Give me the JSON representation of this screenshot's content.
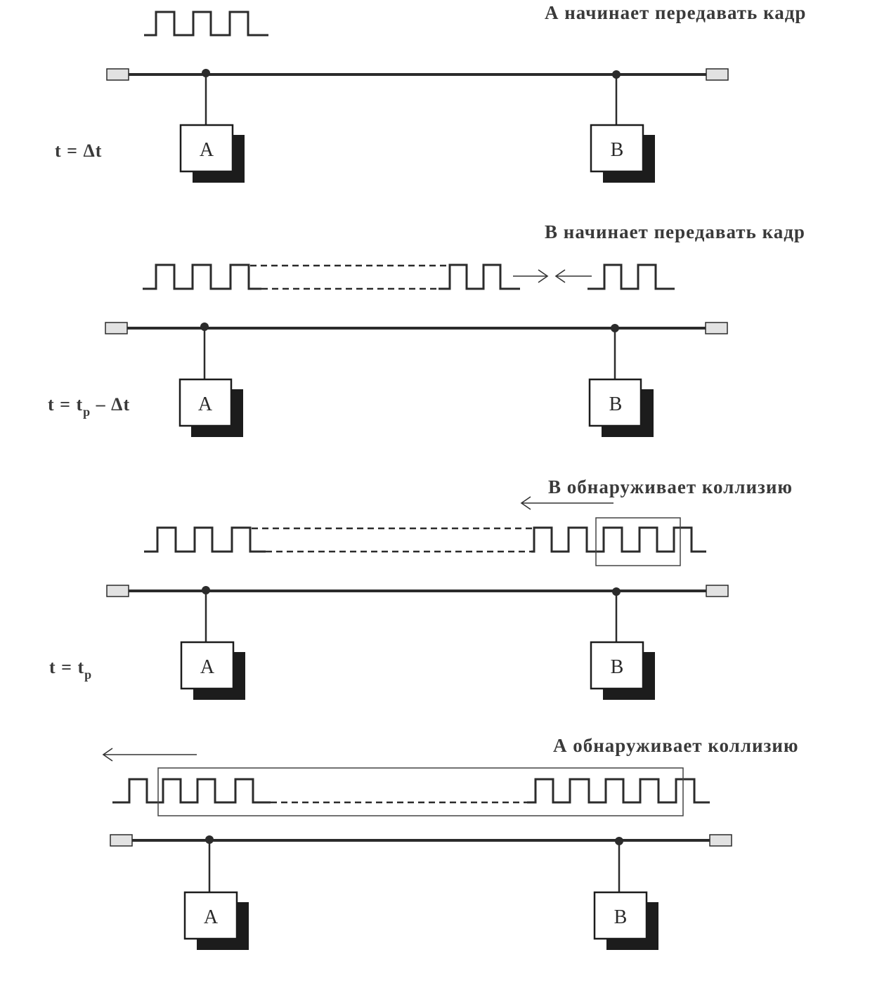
{
  "panels": [
    {
      "caption": "А начинает передавать кадр",
      "time_label": "t = Δt",
      "time_label_sub": "",
      "station_a": "A",
      "station_b": "B"
    },
    {
      "caption": "В начинает передавать кадр",
      "time_label": "t = t",
      "time_label_sub": "p",
      "time_label_tail": " – Δt",
      "station_a": "A",
      "station_b": "B"
    },
    {
      "caption": "В обнаруживает коллизию",
      "time_label": "t = t",
      "time_label_sub": "p",
      "station_a": "A",
      "station_b": "B"
    },
    {
      "caption": "А обнаруживает коллизию",
      "time_label": "",
      "time_label_sub": "",
      "station_a": "A",
      "station_b": "B"
    }
  ]
}
